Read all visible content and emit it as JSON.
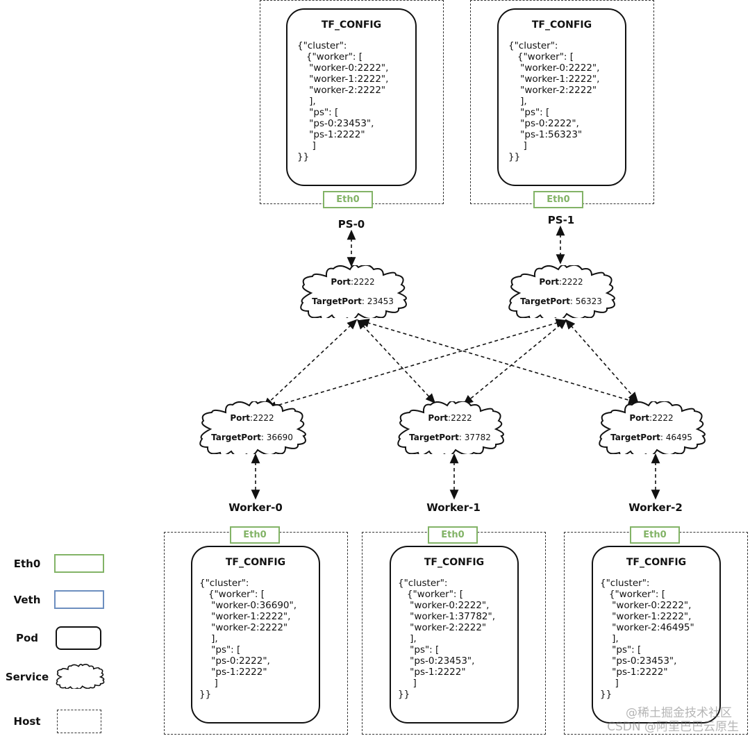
{
  "pods": {
    "ps0": {
      "title": "TF_CONFIG",
      "config": "{\"cluster\":\n   {\"worker\": [\n    \"worker-0:2222\",\n    \"worker-1:2222\",\n    \"worker-2:2222\"\n    ],\n    \"ps\": [\n    \"ps-0:23453\",\n    \"ps-1:2222\"\n     ]\n}}",
      "eth": "Eth0",
      "label": "PS-0"
    },
    "ps1": {
      "title": "TF_CONFIG",
      "config": "{\"cluster\":\n   {\"worker\": [\n    \"worker-0:2222\",\n    \"worker-1:2222\",\n    \"worker-2:2222\"\n    ],\n    \"ps\": [\n    \"ps-0:2222\",\n    \"ps-1:56323\"\n     ]\n}}",
      "eth": "Eth0",
      "label": "PS-1"
    },
    "worker0": {
      "title": "TF_CONFIG",
      "config": "{\"cluster\":\n   {\"worker\": [\n    \"worker-0:36690\",\n    \"worker-1:2222\",\n    \"worker-2:2222\"\n    ],\n    \"ps\": [\n    \"ps-0:2222\",\n    \"ps-1:2222\"\n     ]\n}}",
      "eth": "Eth0",
      "label": "Worker-0"
    },
    "worker1": {
      "title": "TF_CONFIG",
      "config": "{\"cluster\":\n   {\"worker\": [\n    \"worker-0:2222\",\n    \"worker-1:37782\",\n    \"worker-2:2222\"\n    ],\n    \"ps\": [\n    \"ps-0:23453\",\n    \"ps-1:2222\"\n     ]\n}}",
      "eth": "Eth0",
      "label": "Worker-1"
    },
    "worker2": {
      "title": "TF_CONFIG",
      "config": "{\"cluster\":\n   {\"worker\": [\n    \"worker-0:2222\",\n    \"worker-1:2222\",\n    \"worker-2:46495\"\n    ],\n    \"ps\": [\n    \"ps-0:23453\",\n    \"ps-1:2222\"\n     ]\n}}",
      "eth": "Eth0",
      "label": "Worker-2"
    }
  },
  "services": {
    "ps0": {
      "port_key": "Port",
      "port": ":2222",
      "target_key": "TargetPort",
      "target": ": 23453"
    },
    "ps1": {
      "port_key": "Port",
      "port": ":2222",
      "target_key": "TargetPort",
      "target": ": 56323"
    },
    "worker0": {
      "port_key": "Port",
      "port": ":2222",
      "target_key": "TargetPort",
      "target": ": 36690"
    },
    "worker1": {
      "port_key": "Port",
      "port": ":2222",
      "target_key": "TargetPort",
      "target": ": 37782"
    },
    "worker2": {
      "port_key": "Port",
      "port": ":2222",
      "target_key": "TargetPort",
      "target": ": 46495"
    }
  },
  "legend": {
    "eth0": "Eth0",
    "veth": "Veth",
    "pod": "Pod",
    "service": "Service",
    "host": "Host"
  },
  "watermark": {
    "line1": "@稀土掘金技术社区",
    "line2": "CSDN @阿里巴巴云原生"
  },
  "colors": {
    "eth": "#82b366",
    "veth": "#6c8ebf"
  }
}
